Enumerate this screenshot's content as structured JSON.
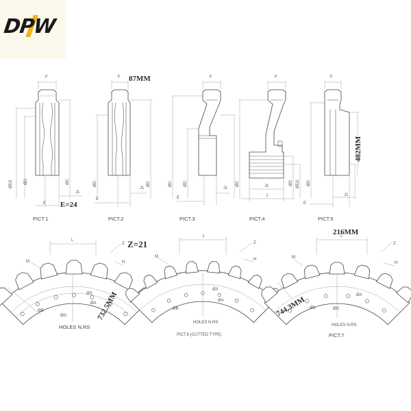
{
  "logo": {
    "text": "DPW"
  },
  "segments": [
    {
      "caption": "PICT.1",
      "labels": {
        "f": "F",
        "d2": "ØD2",
        "d": "ØD",
        "c": "ØC",
        "j1": "J1",
        "e": "E"
      }
    },
    {
      "caption": "PICT.2",
      "labels": {
        "f": "F",
        "d": "ØD",
        "c": "ØC",
        "j1": "J1",
        "e": "E"
      }
    },
    {
      "caption": "PICT.3",
      "labels": {
        "f": "F",
        "c": "ØC",
        "d": "ØD",
        "j1": "J1",
        "e": "E"
      }
    },
    {
      "caption": "PICT.4",
      "labels": {
        "f": "F",
        "c": "ØC",
        "j1": "J1",
        "j": "J",
        "d": "ØD",
        "d2": "ØD2"
      }
    },
    {
      "caption": "PICT.5",
      "labels": {
        "f": "F",
        "d": "ØD",
        "j1": "J1",
        "e": "E"
      }
    }
  ],
  "sprockets": [
    {
      "caption": "HOLES N.RS",
      "labels": {
        "l": "L",
        "z": "Z",
        "m": "M",
        "h": "H",
        "b": "ØB",
        "g": "ØG",
        "s": "ØS",
        "a": "ØA"
      }
    },
    {
      "caption": "PICT.6 (CUTTED TYPE)",
      "sub": "HOLES N.RS",
      "labels": {
        "l": "L",
        "z": "Z",
        "m": "M",
        "h": "H",
        "b": "ØB",
        "s": "ØS",
        "a": "ØA"
      }
    },
    {
      "caption": "PICT.7",
      "sub": "HOLES N.RS",
      "labels": {
        "l": "L",
        "z": "Z",
        "m": "M",
        "h": "H",
        "b": "ØB",
        "g": "ØG",
        "a": "ØA"
      }
    }
  ],
  "callouts": {
    "e": "E=24",
    "f": "87MM",
    "height": "482MM",
    "z": "Z=21",
    "pitch_circle": "732.5MM",
    "l": "216MM",
    "outer": "744.3MM"
  }
}
